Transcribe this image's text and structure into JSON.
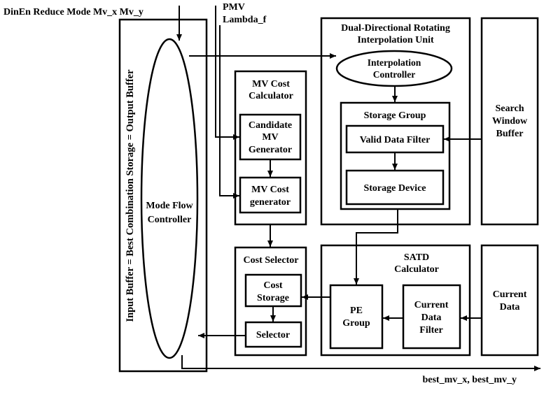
{
  "inputs": {
    "top_signals": "DinEn Reduce Mode Mv_x Mv_y",
    "pmv": "PMV",
    "lambda": "Lambda_f"
  },
  "output": {
    "best_mv": "best_mv_x, best_mv_y"
  },
  "left_column": {
    "vertical_label": "Input Buffer = Best Combination Storage = Output Buffer",
    "mode_flow_controller": [
      "Mode Flow",
      "Controller"
    ]
  },
  "mv_cost_calculator": {
    "title": [
      "MV Cost",
      "Calculator"
    ],
    "candidate_generator": [
      "Candidate",
      "MV",
      "Generator"
    ],
    "cost_generator": [
      "MV Cost",
      "generator"
    ]
  },
  "interpolation_unit": {
    "title": [
      "Dual-Directional Rotating",
      "Interpolation Unit"
    ],
    "controller": [
      "Interpolation",
      "Controller"
    ],
    "storage_group": {
      "title": "Storage Group",
      "valid_filter": "Valid Data Filter",
      "storage_device": "Storage Device"
    }
  },
  "search_window_buffer": [
    "Search",
    "Window",
    "Buffer"
  ],
  "cost_selector": {
    "title": "Cost Selector",
    "cost_storage": [
      "Cost",
      "Storage"
    ],
    "selector": "Selector"
  },
  "satd_calculator": {
    "title": [
      "SATD",
      "Calculator"
    ],
    "pe_group": [
      "PE",
      "Group"
    ],
    "current_data_filter": [
      "Current",
      "Data",
      "Filter"
    ]
  },
  "current_data": [
    "Current",
    "Data"
  ]
}
